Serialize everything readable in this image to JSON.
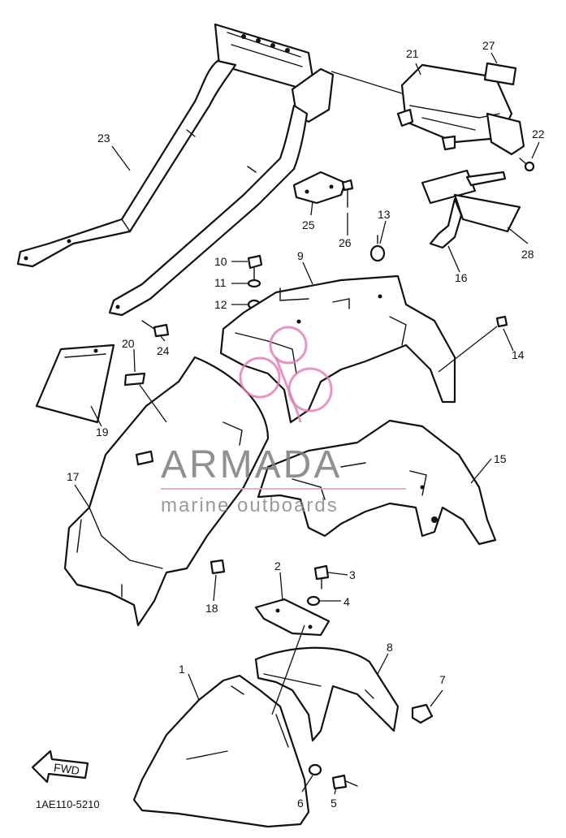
{
  "diagram": {
    "callouts": [
      "1",
      "2",
      "3",
      "4",
      "5",
      "6",
      "7",
      "8",
      "9",
      "10",
      "11",
      "12",
      "13",
      "14",
      "15",
      "16",
      "17",
      "18",
      "19",
      "20",
      "21",
      "22",
      "23",
      "24",
      "25",
      "26",
      "27",
      "28"
    ],
    "fwd_label": "FWD",
    "drawing_code": "1AE110-5210"
  },
  "watermark": {
    "brand": "ARMADA",
    "tagline": "marine outboards",
    "color": "#e07cb4"
  }
}
